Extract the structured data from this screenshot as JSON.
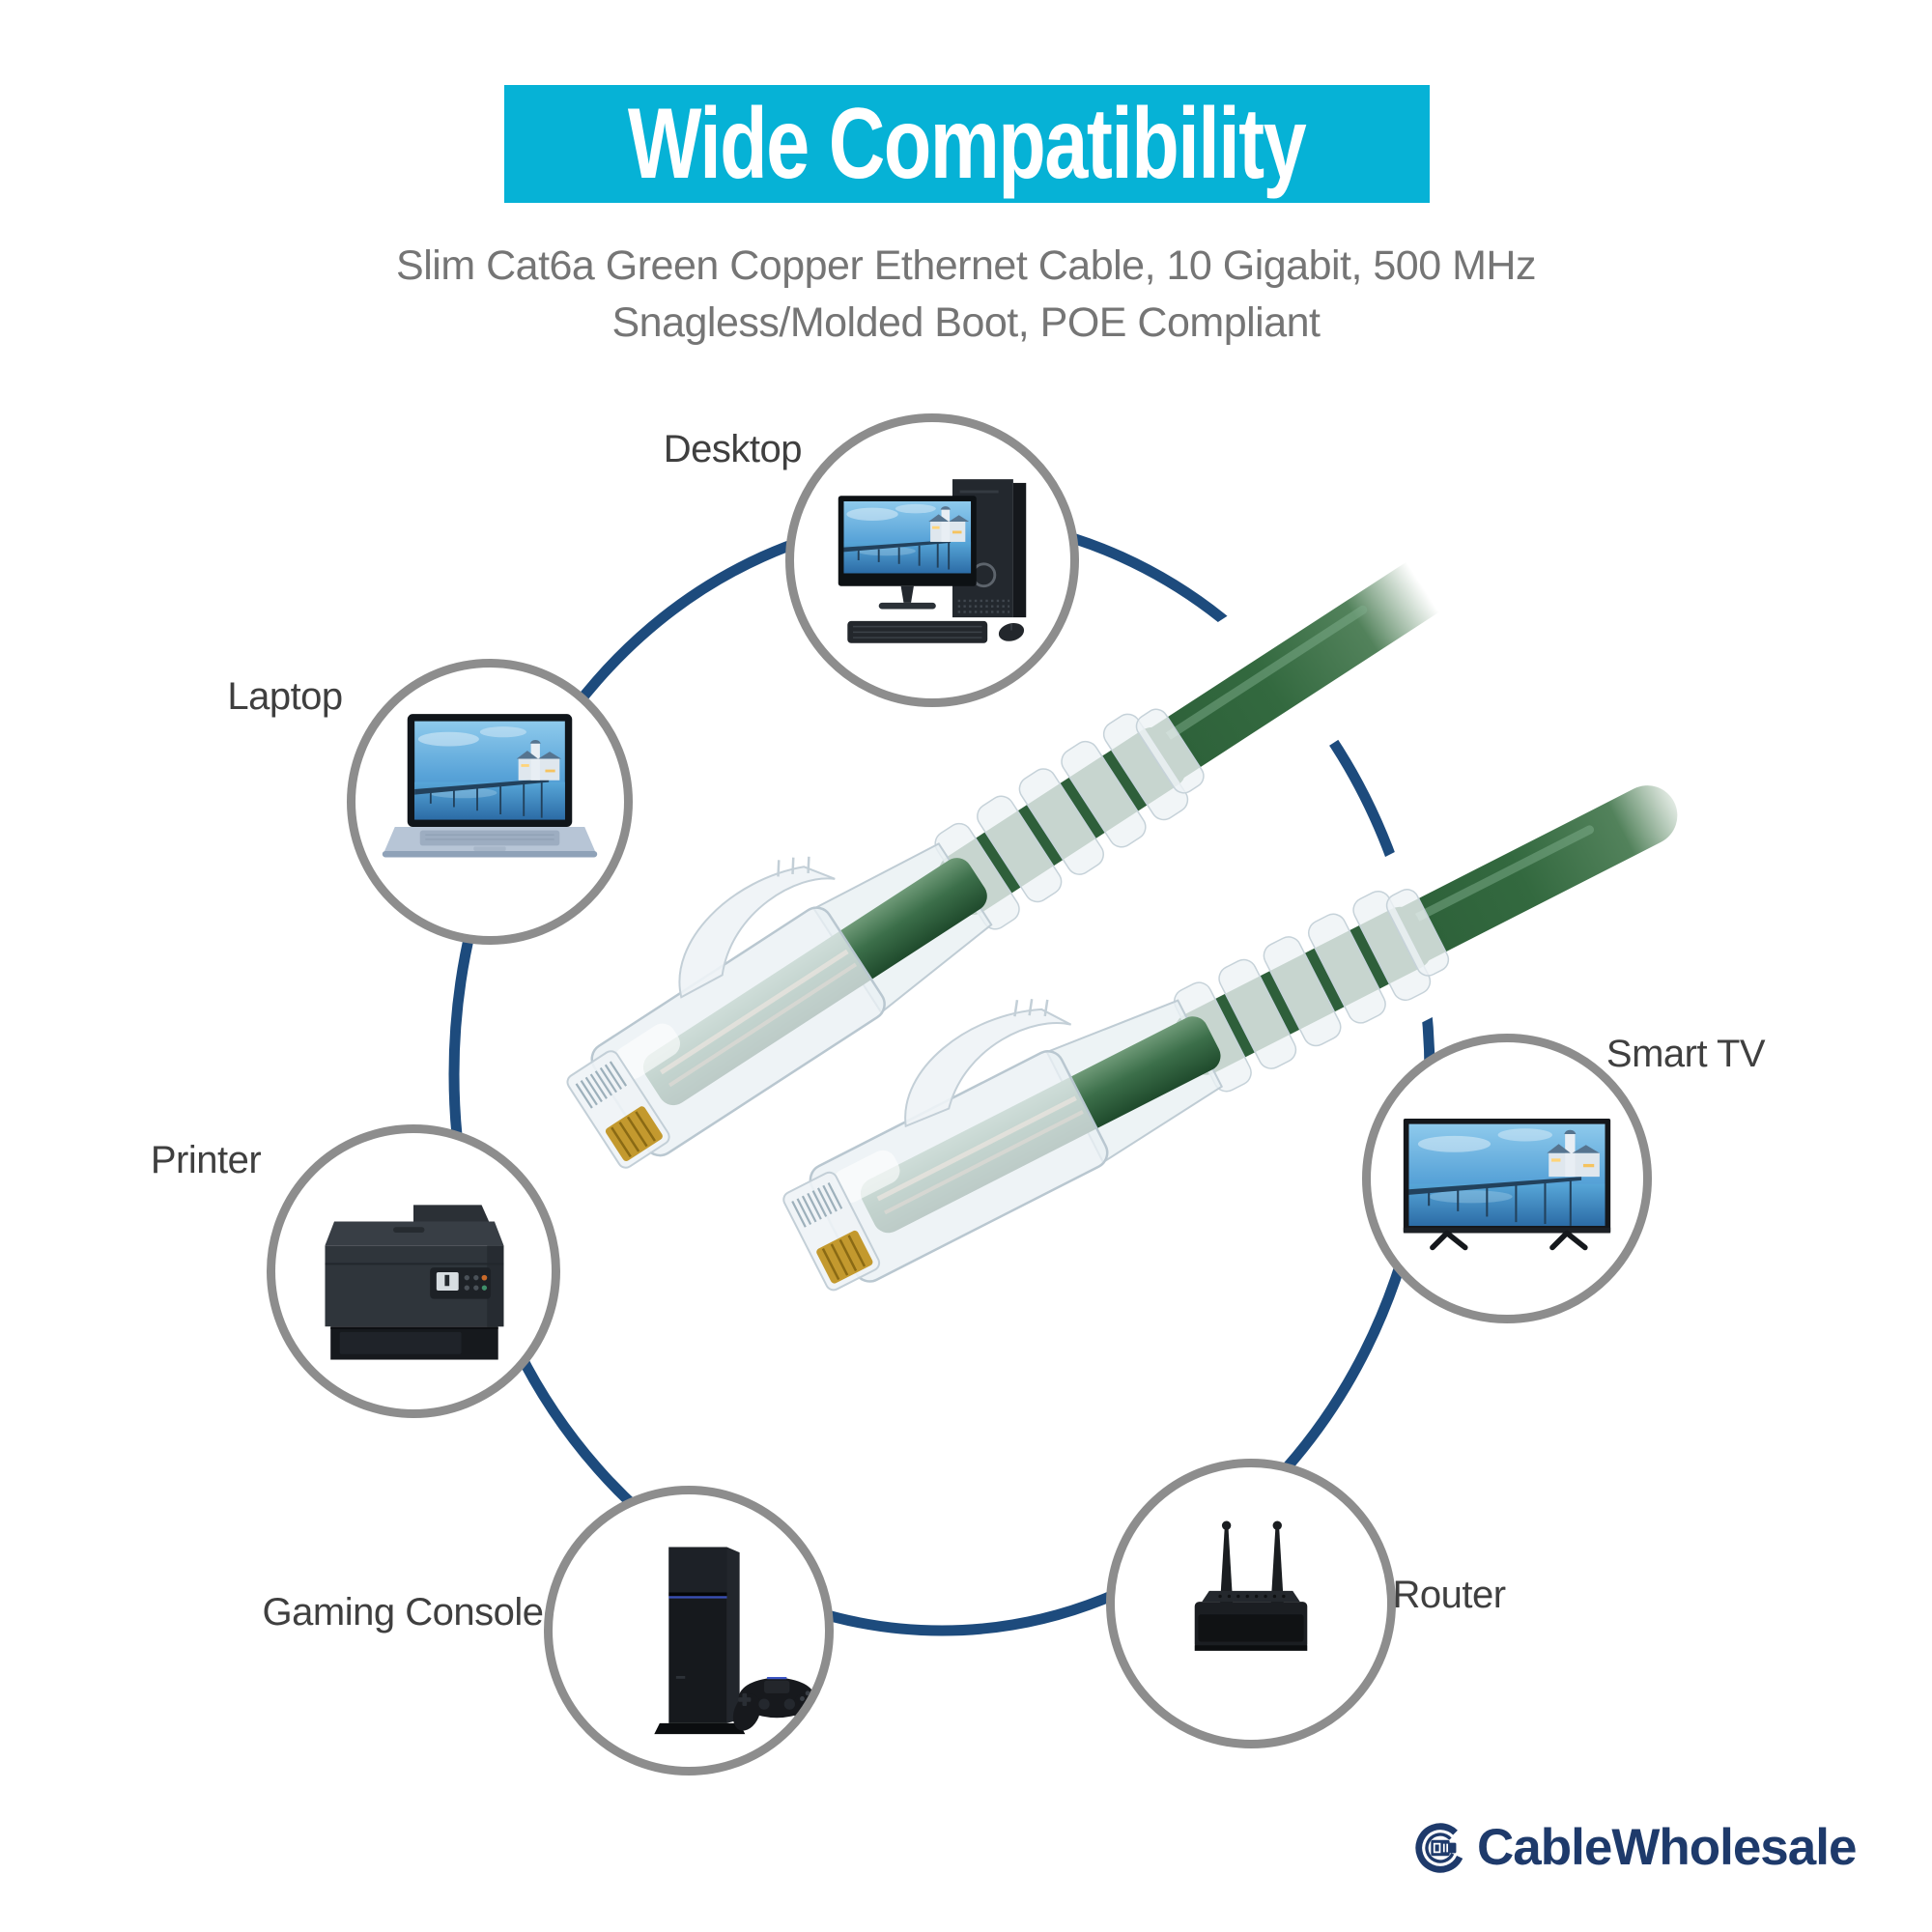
{
  "banner": {
    "title": "Wide Compatibility"
  },
  "subtitle": {
    "line1": "Slim Cat6a Green Copper Ethernet Cable, 10 Gigabit, 500 MHz",
    "line2": "Snagless/Molded Boot, POE Compliant"
  },
  "devices": [
    {
      "id": "desktop",
      "label": "Desktop"
    },
    {
      "id": "laptop",
      "label": "Laptop"
    },
    {
      "id": "printer",
      "label": "Printer"
    },
    {
      "id": "gaming-console",
      "label": "Gaming Console"
    },
    {
      "id": "router",
      "label": "Router"
    },
    {
      "id": "smart-tv",
      "label": "Smart TV"
    }
  ],
  "logo": {
    "brand": "CableWholesale"
  },
  "colors": {
    "banner_bg": "#06b2d6",
    "banner_text": "#ffffff",
    "subtitle_text": "#757575",
    "label_text": "#3f3f3f",
    "ring": "#1d4b7d",
    "circle_border": "#8d8d8d",
    "cable_green": "#2e5f3a",
    "logo_navy": "#1e3a6b"
  }
}
